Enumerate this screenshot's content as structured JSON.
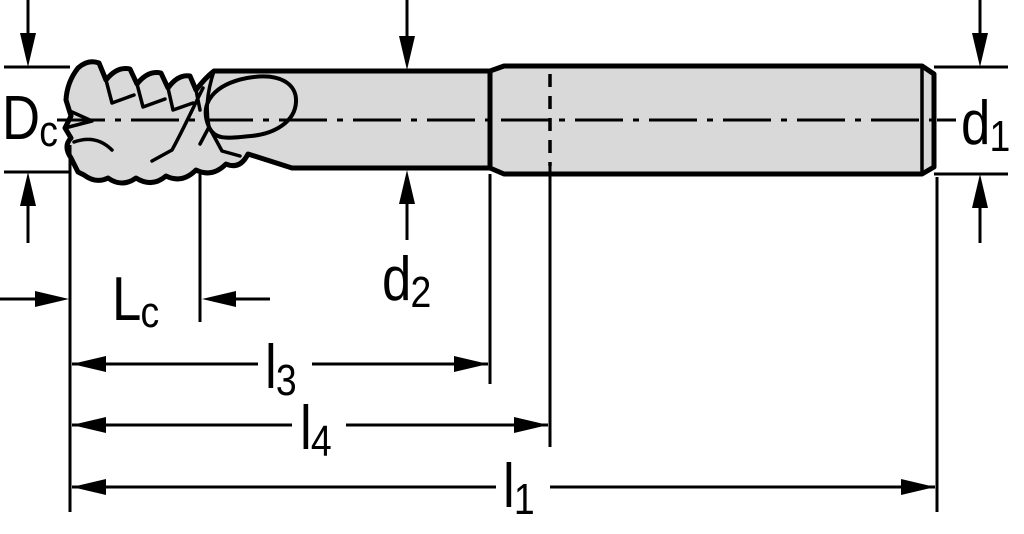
{
  "drawing": {
    "type": "technical-dimension-drawing",
    "subject": "end-mill-cutter-side-view"
  },
  "colors": {
    "background": "#ffffff",
    "tool_fill": "#d9d9d9",
    "line": "#000000"
  },
  "labels": {
    "cutting_diameter": {
      "main": "D",
      "sub": "c"
    },
    "neck_diameter": {
      "main": "d",
      "sub": "2"
    },
    "shank_diameter": {
      "main": "d",
      "sub": "1"
    },
    "cutting_length": {
      "main": "L",
      "sub": "c"
    },
    "length_l3": {
      "main": "l",
      "sub": "3"
    },
    "length_l4": {
      "main": "l",
      "sub": "4"
    },
    "overall_length": {
      "main": "l",
      "sub": "1"
    }
  }
}
